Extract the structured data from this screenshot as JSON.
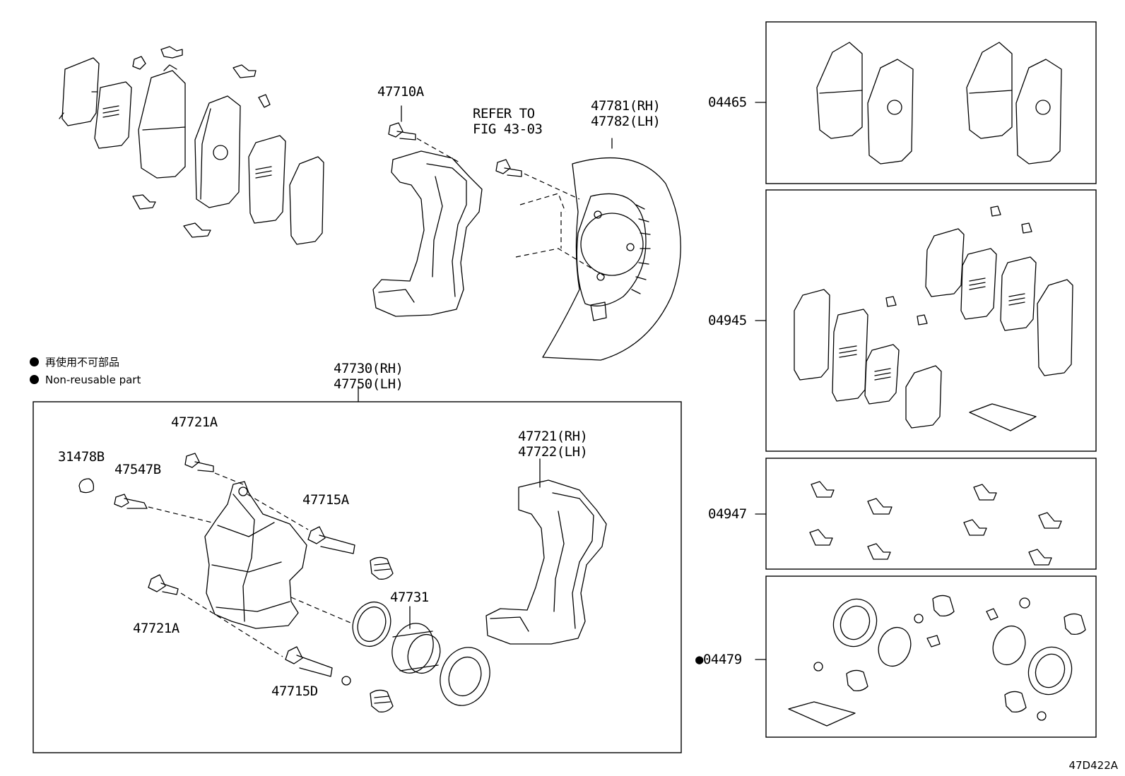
{
  "legend": {
    "line1": "再使用不可部品",
    "line2": "Non-reusable part"
  },
  "labels": {
    "p47710A": "47710A",
    "refer": "REFER TO\nFIG 43-03",
    "p47781": "47781(RH)\n47782(LH)",
    "p47730": "47730(RH)\n47750(LH)",
    "p47721A_top": "47721A",
    "p31478B": "31478B",
    "p47547B": "47547B",
    "p47715A": "47715A",
    "p47721": "47721(RH)\n47722(LH)",
    "p47731": "47731",
    "p47721A_bottom": "47721A",
    "p47715D": "47715D",
    "p04465": "04465",
    "p04945": "04945",
    "p04947": "04947",
    "p04479": "●04479"
  },
  "figure_id": "47D422A"
}
